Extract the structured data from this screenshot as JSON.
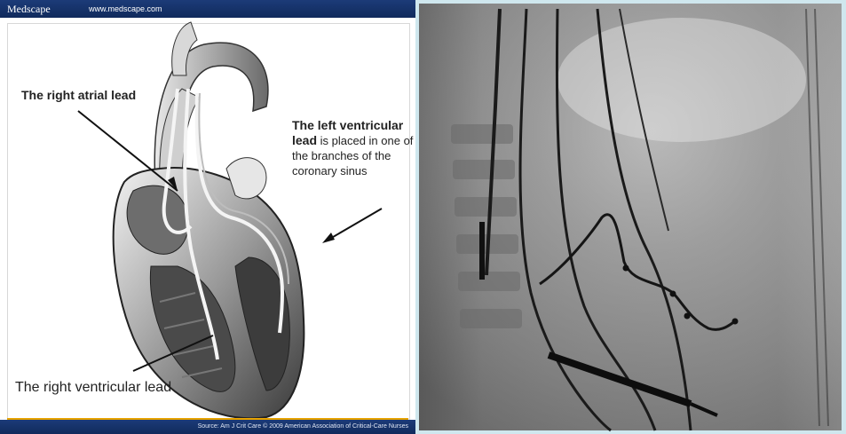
{
  "slide": {
    "brand": "Medscape",
    "url": "www.medscape.com",
    "labels": {
      "right_atrial": "The right atrial lead",
      "left_ventricular_bold": "The left ventricular lead",
      "left_ventricular_rest": " is placed in one of the branches of the coronary sinus",
      "right_ventricular": "The right ventricular lead"
    },
    "source": "Source: Am J Crit Care © 2009 American Association of Critical-Care Nurses"
  },
  "colors": {
    "header_blue": "#1c3b78",
    "accent_orange": "#e7a300",
    "xray_background": "#8a8a8a"
  }
}
